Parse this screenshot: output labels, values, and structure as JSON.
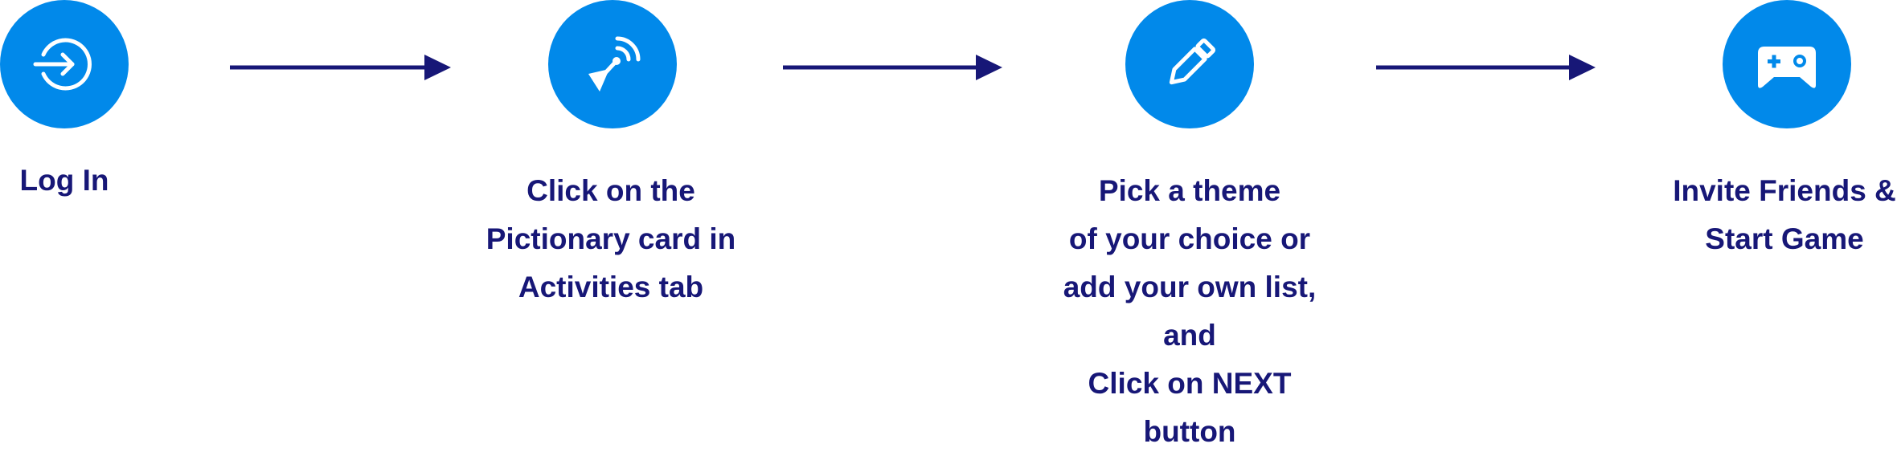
{
  "colors": {
    "circle": "#0189ea",
    "icon": "#ffffff",
    "text": "#171777",
    "arrow": "#171777"
  },
  "steps": [
    {
      "icon": "login-icon",
      "lines": [
        "Log In"
      ]
    },
    {
      "icon": "cursor-signal-icon",
      "lines": [
        "Click on the",
        "Pictionary card in",
        "Activities tab"
      ]
    },
    {
      "icon": "pencil-icon",
      "lines": [
        "Pick a theme",
        "of your choice or",
        "add your own list,",
        "and",
        "Click on NEXT",
        "button"
      ]
    },
    {
      "icon": "gamepad-icon",
      "lines": [
        "Invite Friends &",
        "Start Game"
      ]
    }
  ]
}
